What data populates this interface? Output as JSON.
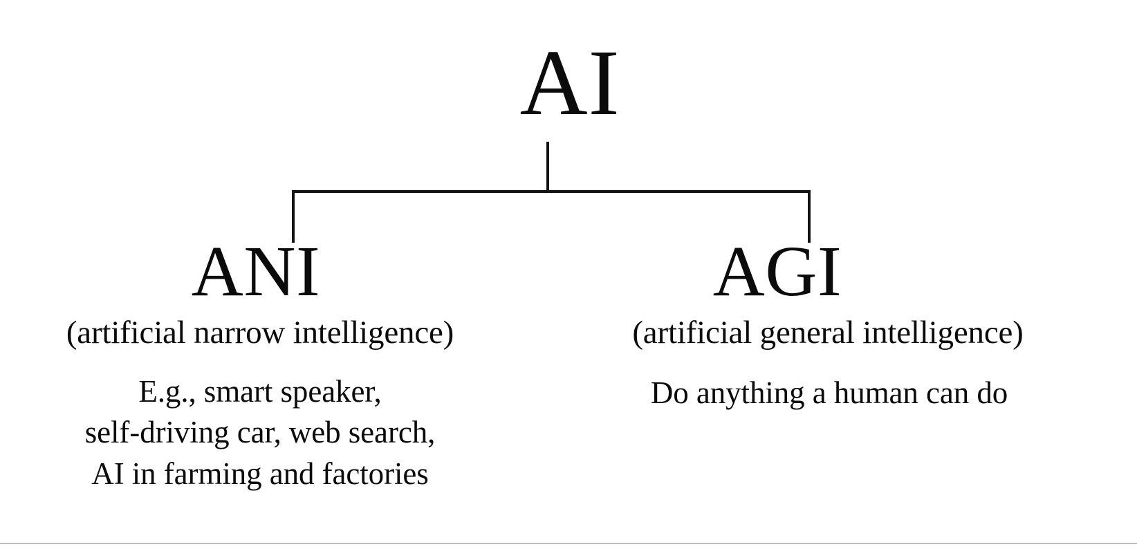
{
  "diagram": {
    "type": "tree",
    "background_color": "#ffffff",
    "line_color": "#121212",
    "text_color": "#0b0b0b",
    "root": {
      "id": "ai",
      "label": "AI"
    },
    "children": [
      {
        "id": "ani",
        "label": "ANI",
        "subtitle": "(artificial narrow intelligence)",
        "description_lines": [
          "E.g., smart speaker,",
          "self-driving car, web search,",
          "AI in farming and factories"
        ]
      },
      {
        "id": "agi",
        "label": "AGI",
        "subtitle": "(artificial general intelligence)",
        "description_lines": [
          "Do anything a human can do"
        ]
      }
    ]
  },
  "footer": {
    "rule_color": "#b9aba6"
  }
}
